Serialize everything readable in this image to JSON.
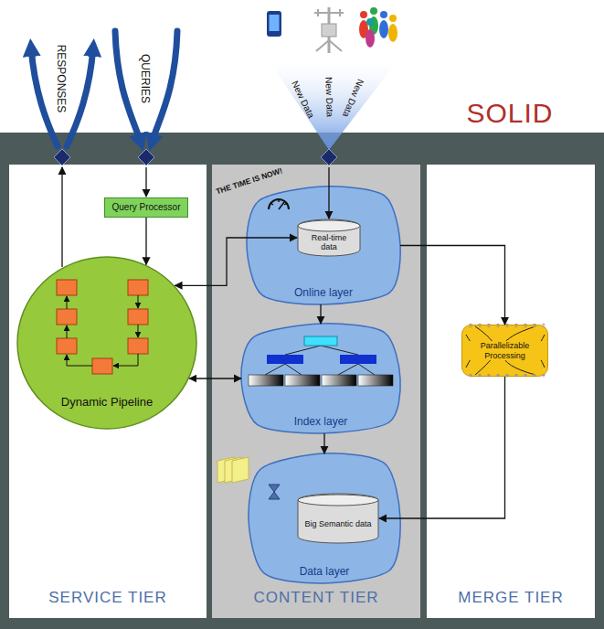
{
  "diagram": {
    "title": "SOLID",
    "nodes": [
      {
        "text": [
          "SERVICE TIER"
        ]
      },
      {
        "text": [
          "Query Processor"
        ],
        "in": 0
      },
      {
        "text": [
          "Dynamic Pipeline"
        ],
        "in": 0
      },
      {
        "text": [
          "CONTENT TIER"
        ]
      },
      {
        "text": [
          "Online layer"
        ],
        "in": 3
      },
      {
        "text": [
          "Real-time data"
        ],
        "in": 4
      },
      {
        "text": [
          "Index layer"
        ],
        "in": 3
      },
      {
        "text": [
          "Data layer"
        ],
        "in": 3
      },
      {
        "text": [
          "Big Semantic data"
        ],
        "in": 7
      },
      {
        "text": [
          "MERGE TIER"
        ]
      },
      {
        "text": [
          "Parallelizable Processing"
        ],
        "in": 9
      }
    ],
    "edges": [
      {
        "from": 1,
        "to": 2,
        "arrow": "to"
      },
      {
        "from": 2,
        "to": 5,
        "arrow": "both"
      },
      {
        "from": 2,
        "to": 6,
        "arrow": "both"
      },
      {
        "from": 4,
        "to": 6,
        "arrow": "to"
      },
      {
        "from": 6,
        "to": 7,
        "arrow": "to"
      },
      {
        "from": 4,
        "to": 10,
        "arrow": "to"
      },
      {
        "from": 10,
        "to": 8,
        "arrow": "to"
      }
    ],
    "labels": [
      "RESPONSES",
      "QUERIES",
      "New Data",
      "New Data",
      "New Data",
      "THE TIME IS NOW!"
    ]
  }
}
